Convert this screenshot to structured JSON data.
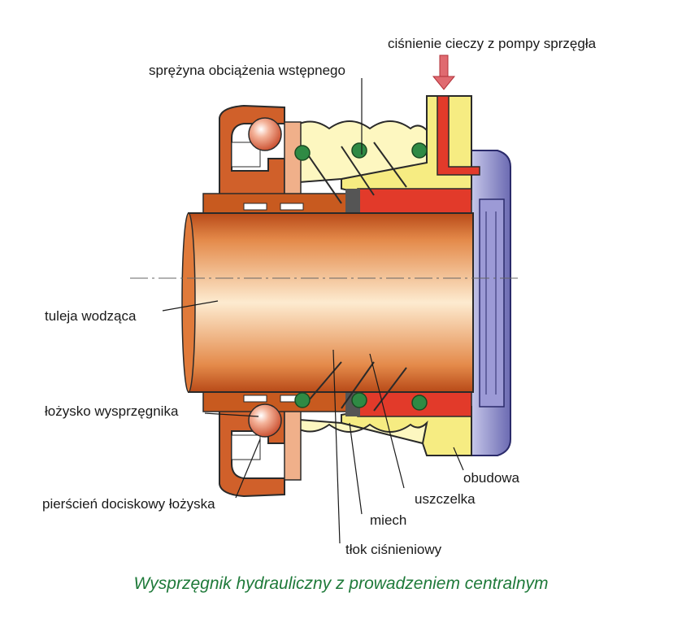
{
  "labels": {
    "pressure": "ciśnienie cieczy z pompy sprzęgła",
    "spring": "sprężyna obciążenia wstępnego",
    "sleeve": "tuleja wodząca",
    "bearing": "łożysko wysprzęgnika",
    "ring": "pierścień dociskowy łożyska",
    "housing": "obudowa",
    "seal": "uszczelka",
    "bellows": "miech",
    "piston": "tłok ciśnieniowy"
  },
  "caption": "Wysprzęgnik hydrauliczny z prowadzeniem centralnym",
  "colors": {
    "sleeve_light": "#fbe6c8",
    "sleeve_dark": "#c85a1f",
    "copper": "#d0602a",
    "red": "#e23a2a",
    "yellow": "#f6ec82",
    "blue": "#7e7cc0",
    "green": "#2f8a44",
    "caption": "#1f7a3a",
    "arrow": "#d8505a"
  }
}
